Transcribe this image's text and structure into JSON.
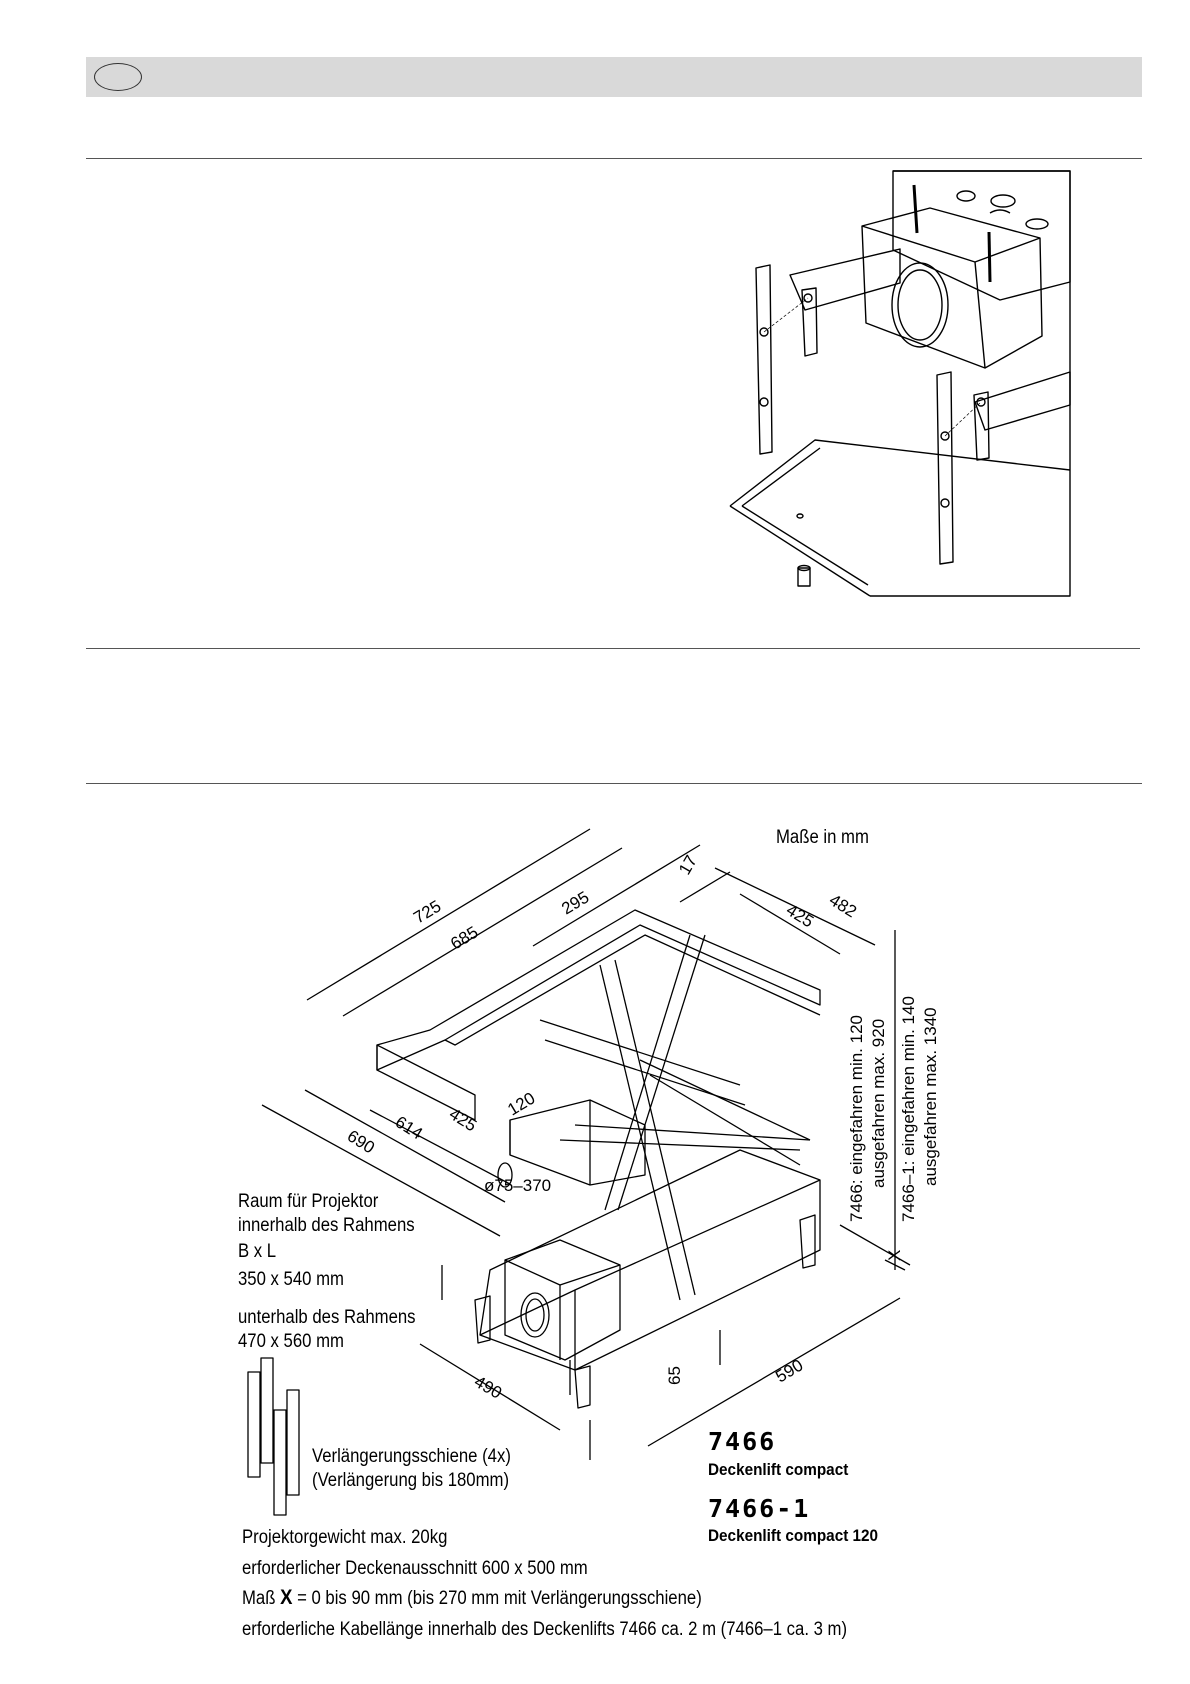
{
  "dims": {
    "d725": "725",
    "d685": "685",
    "d295": "295",
    "d17": "17",
    "d482": "482",
    "d425_top": "425",
    "d120": "120",
    "d425": "425",
    "d614": "614",
    "d690": "690",
    "d_diam": "ø75–370",
    "d490": "490",
    "d65": "65",
    "d590": "590",
    "vert1_a": "7466: eingefahren min. 120",
    "vert1_b": "ausgefahren max. 920",
    "vert2_a": "7466–1: eingefahren min. 140",
    "vert2_b": "ausgefahren max. 1340",
    "x_marker": "X"
  },
  "labels": {
    "units": "Maße in mm",
    "room_1": "Raum für Projektor",
    "room_2": "innerhalb des Rahmens",
    "room_3": "B x L",
    "room_4": "350 x 540 mm",
    "below_1": "unterhalb des Rahmens",
    "below_2": "470 x 560 mm",
    "rail_1": "Verlängerungsschiene (4x)",
    "rail_2": "(Verlängerung bis 180mm)"
  },
  "models": [
    {
      "number": "7466",
      "name": "Deckenlift compact"
    },
    {
      "number": "7466-1",
      "name": "Deckenlift compact 120"
    }
  ],
  "specs": {
    "weight": "Projektorgewicht max. 20kg",
    "cutout": "erforderlicher Deckenausschnitt 600 x 500 mm",
    "x_prefix": "Maß",
    "x_bold": "X",
    "x_rest": " = 0 bis 90 mm (bis 270 mm mit Verlängerungsschiene)",
    "cable": "erforderliche Kabellänge innerhalb des Deckenlifts 7466 ca. 2 m (7466–1 ca. 3 m)"
  }
}
